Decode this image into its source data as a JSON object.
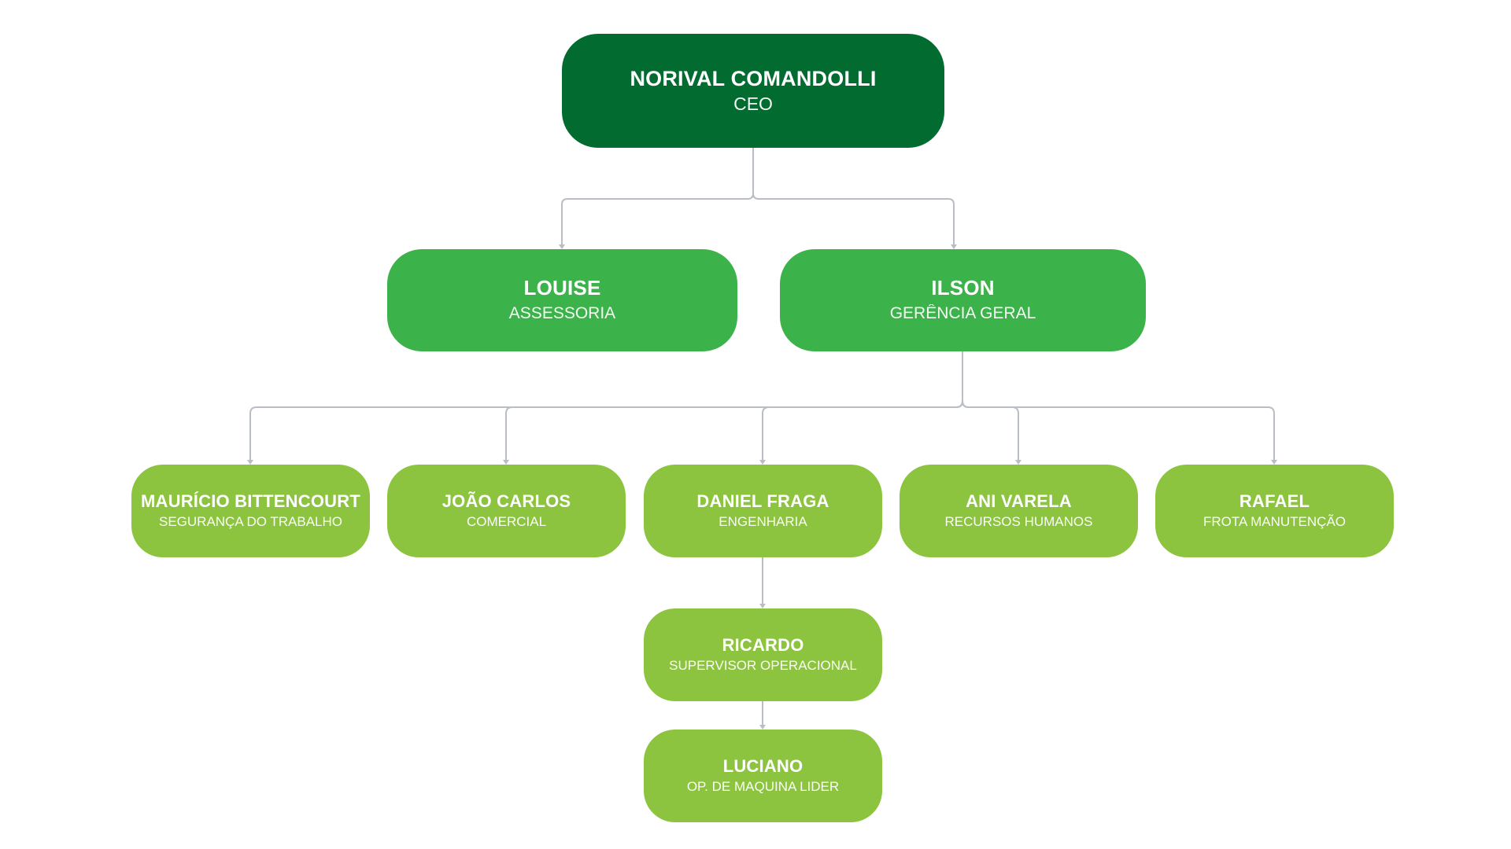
{
  "org_chart": {
    "ceo": {
      "name": "NORIVAL COMANDOLLI",
      "role": "CEO"
    },
    "louise": {
      "name": "LOUISE",
      "role": "ASSESSORIA"
    },
    "ilson": {
      "name": "ILSON",
      "role": "GERÊNCIA GERAL"
    },
    "mauricio": {
      "name": "MAURÍCIO BITTENCOURT",
      "role": "SEGURANÇA DO TRABALHO"
    },
    "joao": {
      "name": "JOÃO CARLOS",
      "role": "COMERCIAL"
    },
    "daniel": {
      "name": "DANIEL FRAGA",
      "role": "ENGENHARIA"
    },
    "ani": {
      "name": "ANI VARELA",
      "role": "RECURSOS HUMANOS"
    },
    "rafael": {
      "name": "RAFAEL",
      "role": "FROTA MANUTENÇÃO"
    },
    "ricardo": {
      "name": "RICARDO",
      "role": "SUPERVISOR OPERACIONAL"
    },
    "luciano": {
      "name": "LUCIANO",
      "role": "OP. DE MAQUINA LIDER"
    }
  },
  "colors": {
    "level_0": "#016b30",
    "level_1": "#3cb34a",
    "level_2": "#8cc43f",
    "connector": "#b9bec5",
    "text": "#ffffff"
  }
}
